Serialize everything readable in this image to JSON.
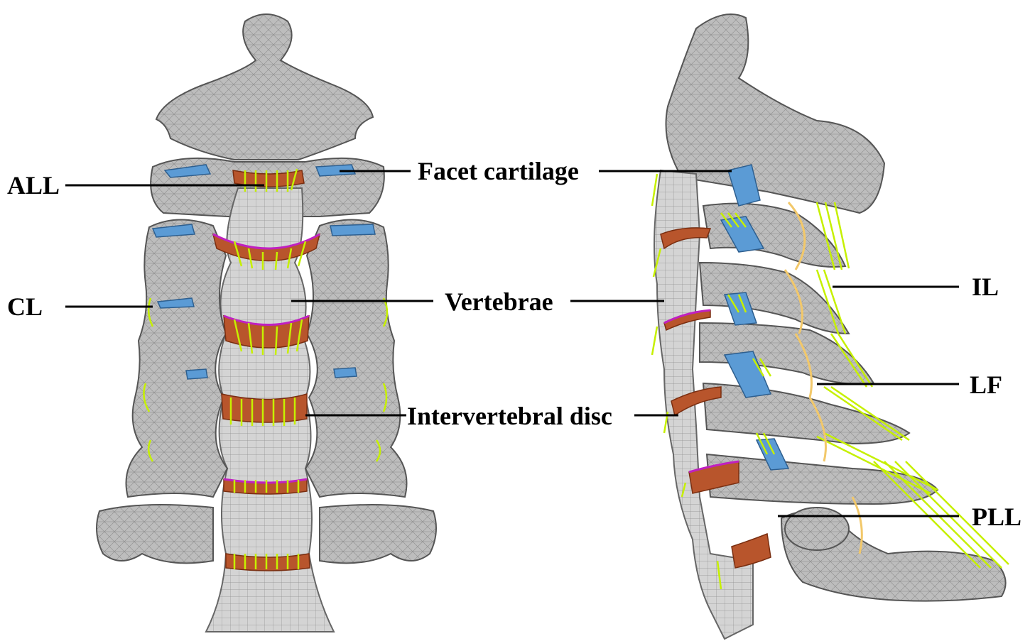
{
  "labels": {
    "all": "ALL",
    "cl": "CL",
    "facet_cartilage": "Facet cartilage",
    "vertebrae": "Vertebrae",
    "intervertebral_disc": "Intervertebral disc",
    "il": "IL",
    "lf": "LF",
    "pll": "PLL"
  },
  "colors": {
    "bone": "#b9b9b9",
    "disc": "#b8552c",
    "cartilage": "#5b9bd5",
    "ligament": "#c6f000",
    "ligament_alt": "#f2c86a"
  }
}
